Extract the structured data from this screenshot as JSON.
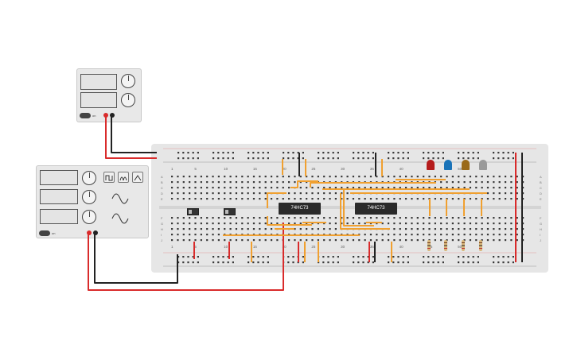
{
  "power_supply_top": {
    "toggle_label": "on"
  },
  "function_generator": {
    "toggle_label": "on"
  },
  "breadboard": {
    "column_numbers": [
      "1",
      "5",
      "10",
      "15",
      "20",
      "25",
      "30",
      "35",
      "40",
      "45",
      "50"
    ],
    "row_letters_top": [
      "A",
      "B",
      "C",
      "D",
      "E"
    ],
    "row_letters_bottom": [
      "F",
      "G",
      "H",
      "I",
      "J"
    ]
  },
  "chips": [
    {
      "label": "74HC73"
    },
    {
      "label": "74HC73"
    }
  ],
  "leds": [
    {
      "color": "#b51c1c"
    },
    {
      "color": "#1a73b8"
    },
    {
      "color": "#9a6a1a"
    },
    {
      "color": "#9a9a9a"
    }
  ],
  "colors": {
    "wire_orange": "#f0a030",
    "wire_red": "#d92b2b",
    "wire_black": "#222222"
  }
}
